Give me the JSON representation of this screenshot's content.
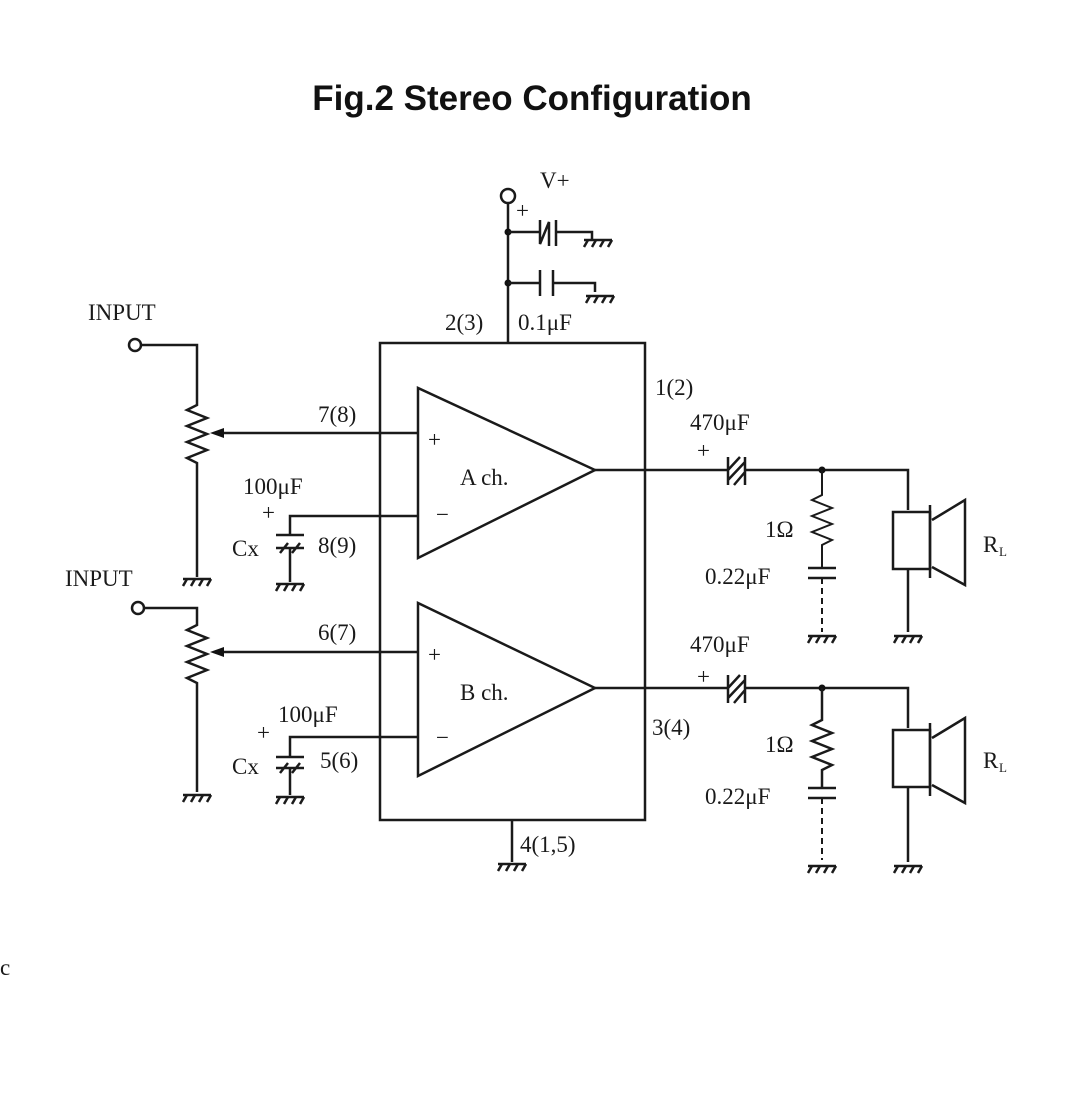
{
  "title": "Fig.2 Stereo Configuration",
  "supply": {
    "label": "V+",
    "plus": "+",
    "pin": "2(3)",
    "bypass_cap": "0.1μF"
  },
  "ground_pin": "4(1,5)",
  "channels": [
    {
      "amp_label": "A ch.",
      "input_label": "INPUT",
      "in_pin": "7(8)",
      "fb_pin": "8(9)",
      "out_pin": "1(2)",
      "cx_label": "Cx",
      "cx_value": "100μF",
      "out_cap": "470μF",
      "resistor": "1Ω",
      "snub_cap": "0.22μF",
      "load": "R",
      "load_sub": "L",
      "plus": "+",
      "minus": "−"
    },
    {
      "amp_label": "B ch.",
      "input_label": "INPUT",
      "in_pin": "6(7)",
      "fb_pin": "5(6)",
      "out_pin": "3(4)",
      "cx_label": "Cx",
      "cx_value": "100μF",
      "out_cap": "470μF",
      "resistor": "1Ω",
      "snub_cap": "0.22μF",
      "load": "R",
      "load_sub": "L",
      "plus": "+",
      "minus": "−"
    }
  ],
  "margin_text": "c"
}
